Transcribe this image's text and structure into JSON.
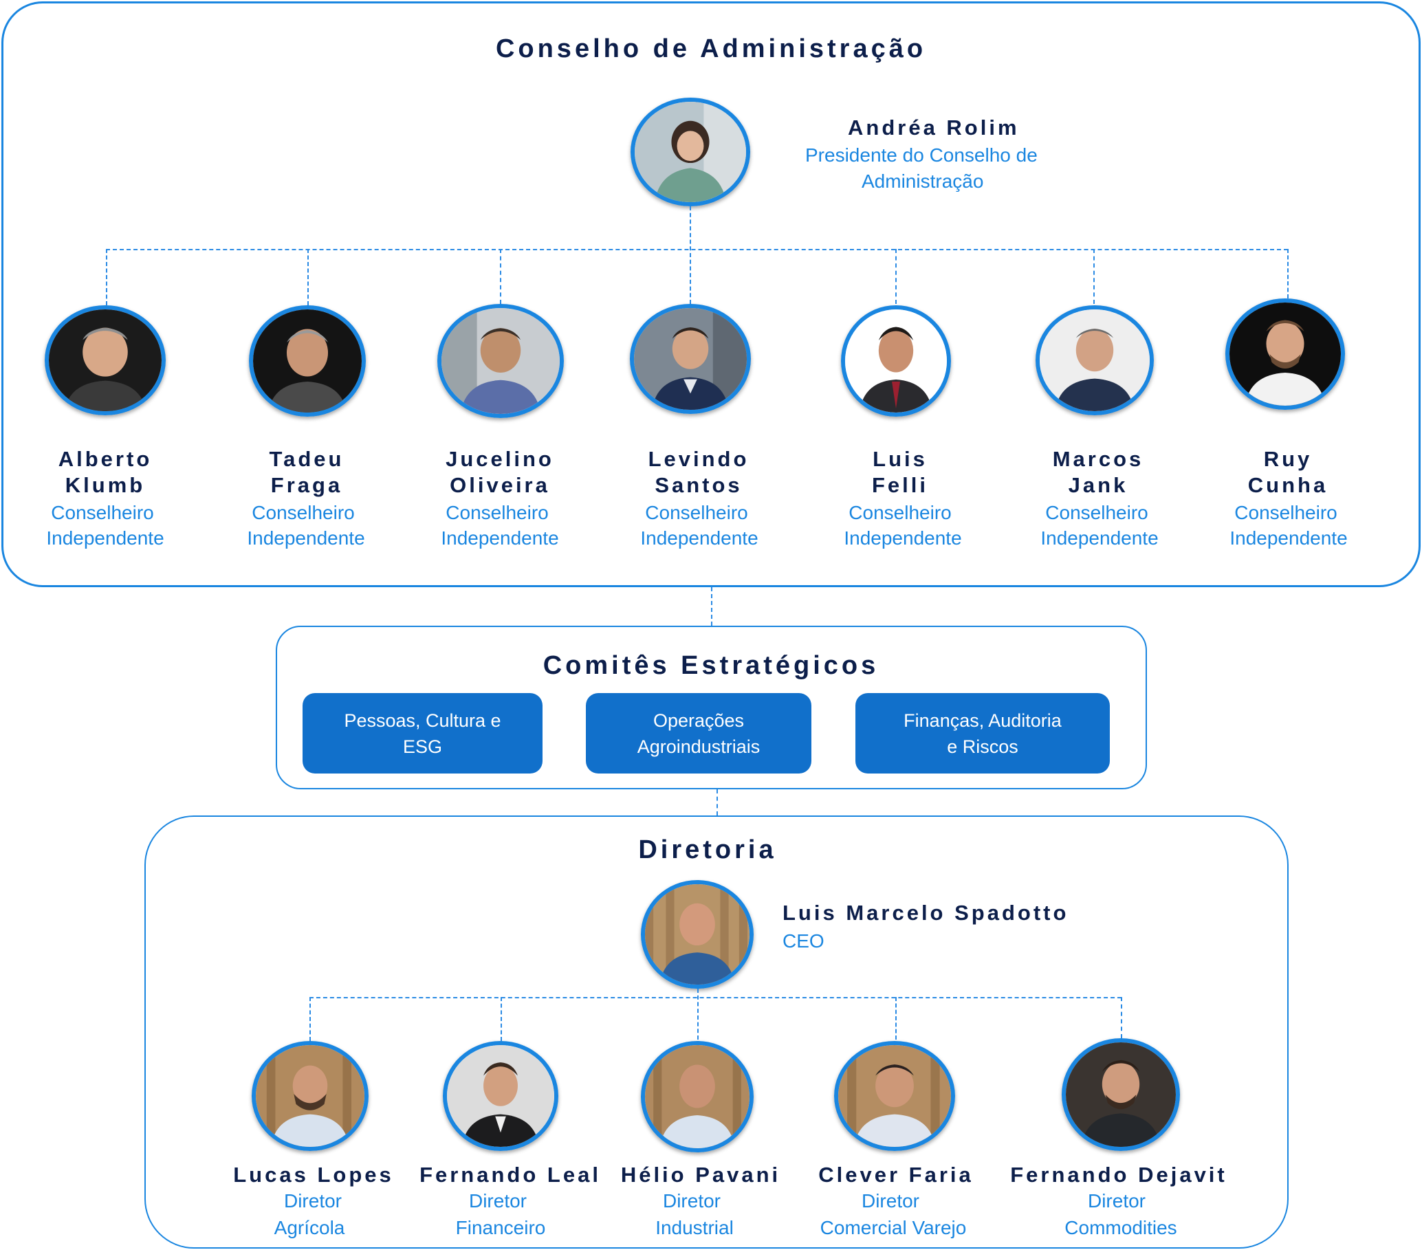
{
  "board": {
    "title": "Conselho de Administração",
    "chair": {
      "name": "Andréa Rolim",
      "role_line1": "Presidente do Conselho de",
      "role_line2": "Administração"
    },
    "members": [
      {
        "first": "Alberto",
        "last": "Klumb",
        "role1": "Conselheiro",
        "role2": "Independente"
      },
      {
        "first": "Tadeu",
        "last": "Fraga",
        "role1": "Conselheiro",
        "role2": "Independente"
      },
      {
        "first": "Jucelino",
        "last": "Oliveira",
        "role1": "Conselheiro",
        "role2": "Independente"
      },
      {
        "first": "Levindo",
        "last": "Santos",
        "role1": "Conselheiro",
        "role2": "Independente"
      },
      {
        "first": "Luis",
        "last": "Felli",
        "role1": "Conselheiro",
        "role2": "Independente"
      },
      {
        "first": "Marcos",
        "last": "Jank",
        "role1": "Conselheiro",
        "role2": "Independente"
      },
      {
        "first": "Ruy",
        "last": "Cunha",
        "role1": "Conselheiro",
        "role2": "Independente"
      }
    ]
  },
  "committees": {
    "title": "Comitês Estratégicos",
    "items": [
      {
        "line1": "Pessoas, Cultura e",
        "line2": "ESG"
      },
      {
        "line1": "Operações",
        "line2": "Agroindustriais"
      },
      {
        "line1": "Finanças, Auditoria",
        "line2": "e Riscos"
      }
    ]
  },
  "executive": {
    "title": "Diretoria",
    "ceo": {
      "name": "Luis Marcelo Spadotto",
      "role": "CEO"
    },
    "directors": [
      {
        "name": "Lucas Lopes",
        "role1": "Diretor",
        "role2": "Agrícola"
      },
      {
        "name": "Fernando Leal",
        "role1": "Diretor",
        "role2": "Financeiro"
      },
      {
        "name": "Hélio Pavani",
        "role1": "Diretor",
        "role2": "Industrial"
      },
      {
        "name": "Clever Faria",
        "role1": "Diretor",
        "role2": "Comercial Varejo"
      },
      {
        "name": "Fernando Dejavit",
        "role1": "Diretor",
        "role2": "Commodities"
      }
    ]
  },
  "colors": {
    "accent": "#1a86e0",
    "navy": "#0c1e4a",
    "committee_fill": "#1170cb"
  }
}
